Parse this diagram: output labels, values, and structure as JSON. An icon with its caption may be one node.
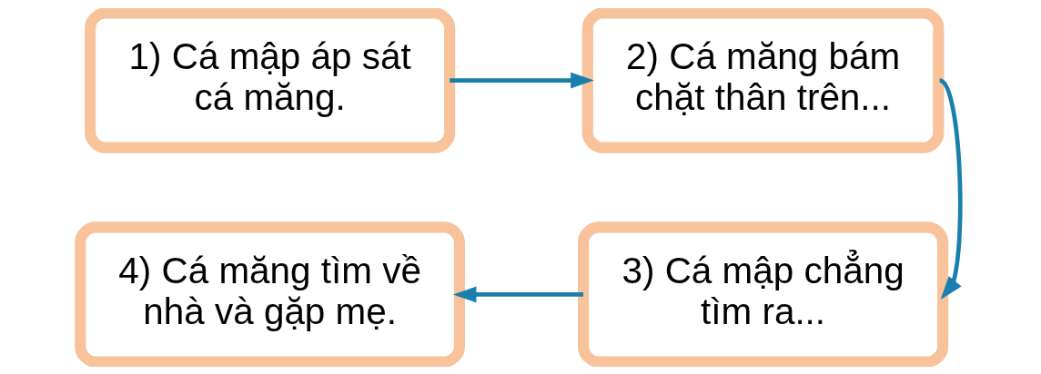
{
  "diagram": {
    "nodes": [
      {
        "text": [
          "1) Cá mập áp sát cá măng."
        ]
      },
      {
        "text": [
          "2) Cá măng bám chặt thân trên..."
        ]
      },
      {
        "text": [
          "3) Cá mập chẳng tìm ra..."
        ]
      },
      {
        "text": [
          "4) Cá măng tìm về nhà và gặp mẹ."
        ]
      }
    ],
    "edges": [
      {
        "from": 0,
        "to": 1,
        "arrow": "to"
      },
      {
        "from": 1,
        "to": 2,
        "arrow": "to"
      },
      {
        "from": 2,
        "to": 3,
        "arrow": "to"
      }
    ]
  }
}
